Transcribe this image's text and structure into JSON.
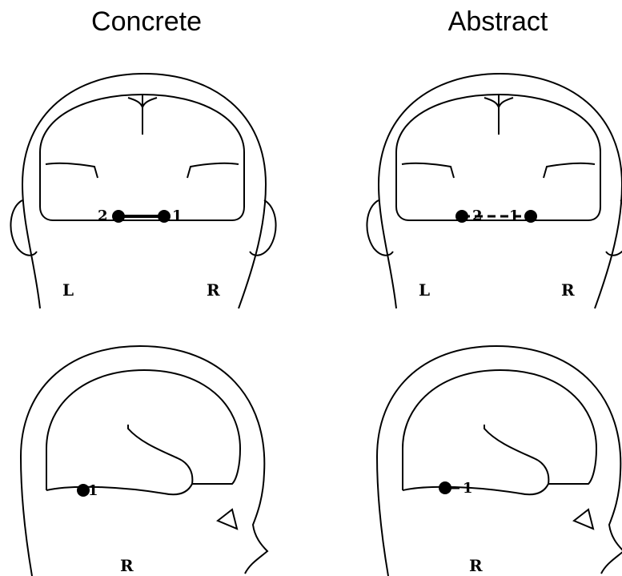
{
  "columns": {
    "left": "Concrete",
    "right": "Abstract"
  },
  "frontal_views": {
    "left_side_label": "L",
    "right_side_label": "R"
  },
  "lateral_views": {
    "side_label": "R"
  },
  "sources": {
    "concrete_frontal": [
      "2",
      "1"
    ],
    "abstract_frontal": [
      "2",
      "1"
    ],
    "concrete_lateral": [
      "1"
    ],
    "abstract_lateral": [
      "1"
    ]
  },
  "colors": {
    "ink": "#000000",
    "background": "#ffffff"
  }
}
